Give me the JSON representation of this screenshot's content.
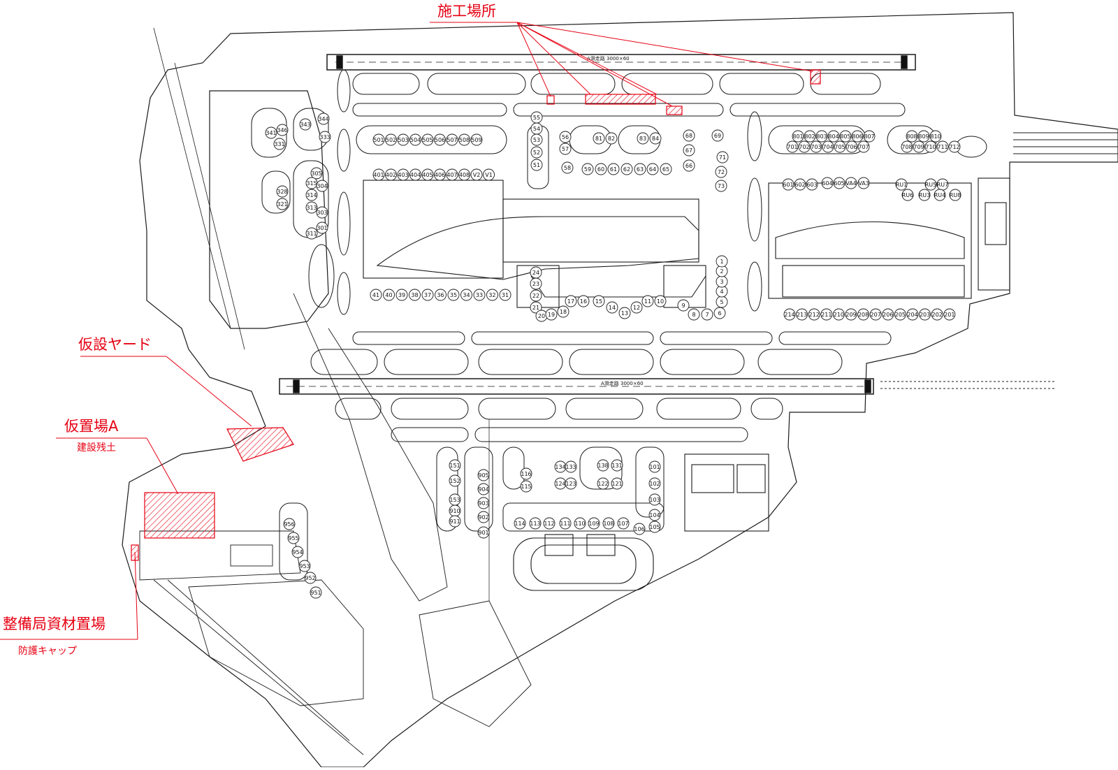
{
  "colors": {
    "linework": "#1a1a1a",
    "annotation": "#e60012",
    "background": "#ffffff"
  },
  "annotations": {
    "construction_site": "施工場所",
    "temporary_yard": "仮設ヤード",
    "storage_a": "仮置場A",
    "storage_a_note": "建設残土",
    "bureau_storage": "整備局資材置場",
    "bureau_storage_note": "防護キャップ"
  },
  "runway_labels": {
    "north": "A滑走路 3000×60",
    "south": "A滑走路 3000×60"
  },
  "stands": {
    "west_block": [
      "341",
      "346",
      "343",
      "344",
      "331",
      "333",
      "328",
      "321",
      "305",
      "315",
      "304",
      "314",
      "303",
      "313",
      "301",
      "311"
    ],
    "row_500": [
      "501",
      "502",
      "503",
      "504",
      "505",
      "506",
      "507",
      "508",
      "509"
    ],
    "row_55": [
      "55",
      "54",
      "53",
      "52",
      "51",
      "56",
      "57",
      "58"
    ],
    "north_center": [
      "81",
      "82",
      "83",
      "84",
      "68",
      "67",
      "66",
      "69",
      "71",
      "72",
      "73",
      "59",
      "60",
      "61",
      "62",
      "63",
      "64",
      "65"
    ],
    "row_400": [
      "401",
      "402",
      "403",
      "404",
      "405",
      "406",
      "407",
      "408",
      "V2",
      "V1"
    ],
    "row_lower": [
      "41",
      "40",
      "39",
      "38",
      "37",
      "36",
      "35",
      "34",
      "33",
      "32",
      "31"
    ],
    "center_lower": [
      "24",
      "23",
      "22",
      "21",
      "20",
      "19",
      "18",
      "17",
      "16",
      "15",
      "14",
      "13",
      "12",
      "11",
      "10",
      "9",
      "8",
      "7",
      "6",
      "5",
      "4",
      "3",
      "2",
      "1"
    ],
    "east_row_800": [
      "801",
      "802",
      "803",
      "804",
      "805",
      "806",
      "807",
      "808",
      "809",
      "810"
    ],
    "east_row_700": [
      "701",
      "702",
      "703",
      "704",
      "705",
      "706",
      "707",
      "708",
      "709",
      "710",
      "711",
      "712"
    ],
    "east_row_600": [
      "601",
      "602",
      "603",
      "604",
      "605",
      "VA4",
      "VA3",
      "RU1",
      "RU5",
      "RU7",
      "RU6",
      "RU3",
      "RU4",
      "RU8"
    ],
    "east_row_200": [
      "214",
      "213",
      "212",
      "211",
      "210",
      "209",
      "208",
      "207",
      "206",
      "205",
      "204",
      "203",
      "202",
      "201"
    ],
    "south_west": [
      "151",
      "152",
      "153",
      "910",
      "911",
      "905",
      "904",
      "903",
      "902",
      "901"
    ],
    "south_center": [
      "116",
      "115",
      "134",
      "133",
      "124",
      "123",
      "138",
      "131",
      "122",
      "121",
      "101",
      "102",
      "103",
      "104",
      "105",
      "106",
      "107",
      "108",
      "109",
      "110",
      "111",
      "112",
      "113",
      "114"
    ],
    "remote": [
      "956",
      "955",
      "954",
      "953",
      "952",
      "951"
    ]
  }
}
